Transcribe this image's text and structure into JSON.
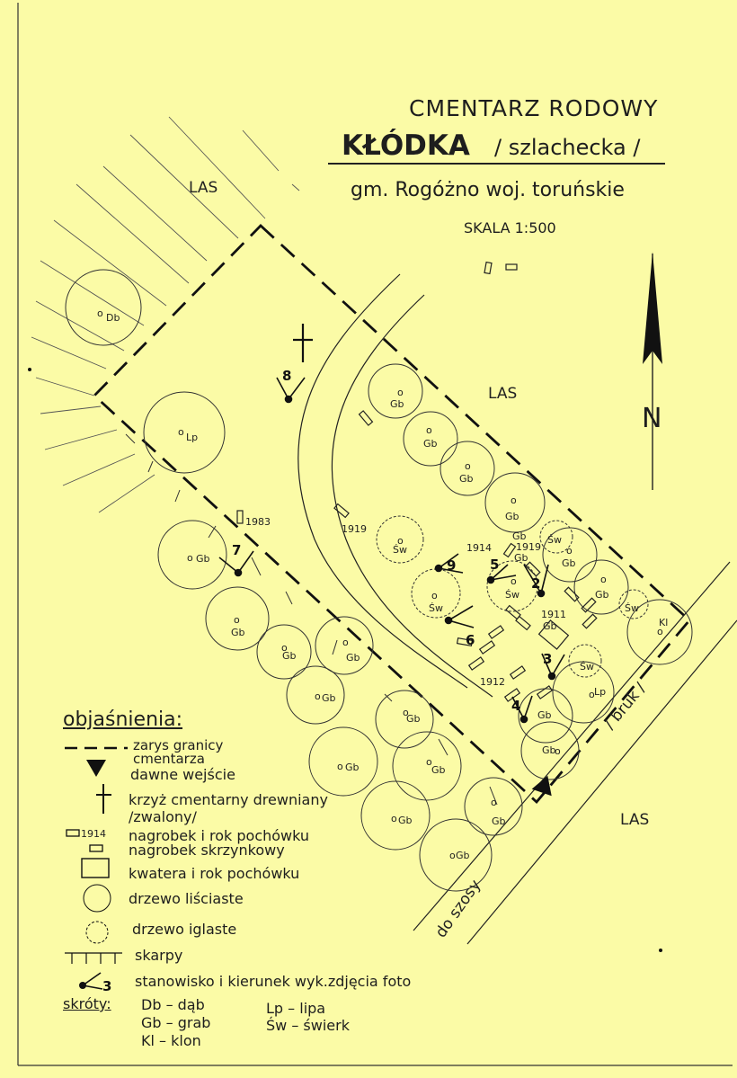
{
  "title": {
    "line1": "CMENTARZ RODOWY",
    "name": "KŁÓDKA",
    "qualifier": "/ szlachecka /",
    "location": "gm. Rogóżno  woj. toruńskie",
    "scale": "SKALA  1:500"
  },
  "north_label": "N",
  "map": {
    "forest_label": "LAS",
    "road_label": "/ bruk /",
    "road_to_label": "do szosy",
    "tree_labels": [
      "Db",
      "Lp",
      "Gb",
      "Gb",
      "Gb",
      "Gb",
      "Gb",
      "Gb",
      "Gb",
      "Gb",
      "Gb",
      "Gb",
      "Gb",
      "Gb",
      "Gb",
      "Gb",
      "Gb",
      "Gb",
      "Gb",
      "Gb",
      "Gb",
      "Gb",
      "Gb",
      "Gb",
      "Lp",
      "Kl",
      "Św",
      "Św",
      "Św",
      "Św",
      "Św",
      "Św"
    ],
    "grave_years": [
      "1983",
      "1919",
      "1914",
      "1919",
      "1911",
      "1912"
    ],
    "stations": [
      "8",
      "7",
      "9",
      "5",
      "2",
      "6",
      "3",
      "4"
    ]
  },
  "legend": {
    "heading": "objaśnienia:",
    "items": [
      "zarys granicy cmentarza",
      "dawne wejście",
      "krzyż cmentarny drewniany /zwalony/",
      "nagrobek i rok pochówku",
      "nagrobek skrzynkowy",
      "kwatera i rok pochówku",
      "drzewo liściaste",
      "drzewo iglaste",
      "skarpy",
      "stanowisko i kierunek wyk.zdjęcia foto"
    ],
    "symbol_year": "1914",
    "symbol_station": "3",
    "abbr_heading": "skróty:",
    "abbr": [
      "Db – dąb",
      "Gb – grab",
      "Kl – klon",
      "Lp – lipa",
      "Św – świerk"
    ]
  },
  "colors": {
    "paper": "#fbfba6",
    "ink": "#1f1f1f"
  }
}
